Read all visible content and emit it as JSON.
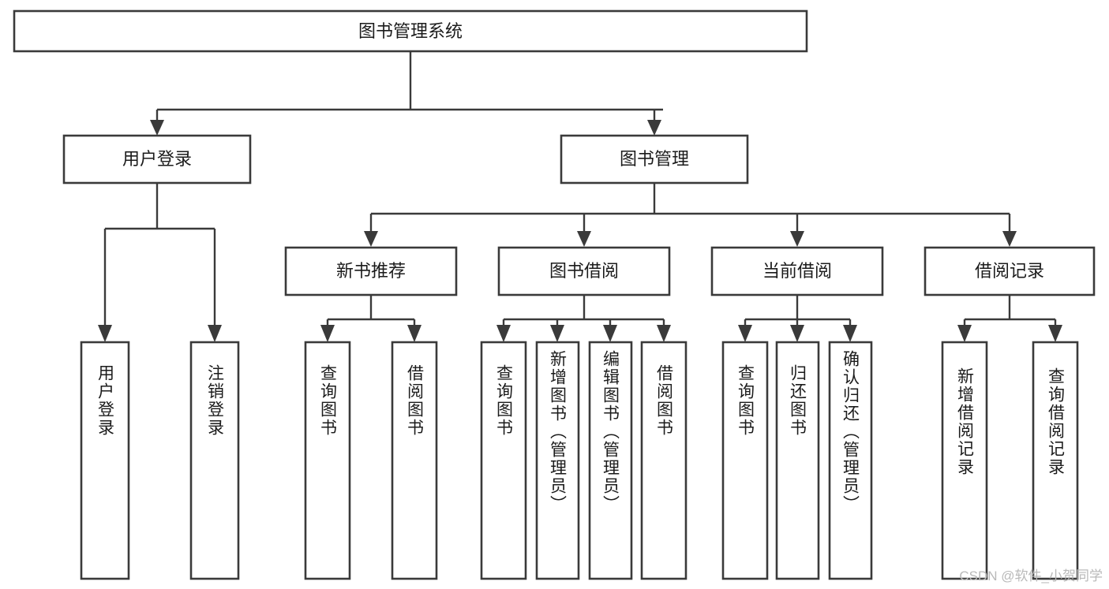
{
  "diagram": {
    "title": "图书管理系统",
    "style": {
      "box_fill": "#ffffff",
      "box_stroke": "#3a3a3a",
      "text_color": "#1b1b1b",
      "background": "#ffffff",
      "watermark_color": "#b9b9b9"
    },
    "root": {
      "id": "root",
      "label": "图书管理系统"
    },
    "level2": [
      {
        "id": "user-login",
        "label": "用户登录"
      },
      {
        "id": "book-management",
        "label": "图书管理"
      }
    ],
    "level3": [
      {
        "id": "new-book-recommend",
        "label": "新书推荐",
        "parent": "book-management"
      },
      {
        "id": "book-borrow",
        "label": "图书借阅",
        "parent": "book-management"
      },
      {
        "id": "current-borrow",
        "label": "当前借阅",
        "parent": "book-management"
      },
      {
        "id": "borrow-record",
        "label": "借阅记录",
        "parent": "book-management"
      }
    ],
    "leaves": {
      "user-login": [
        {
          "id": "leaf-user-login",
          "label": "用户登录"
        },
        {
          "id": "leaf-logout",
          "label": "注销登录"
        }
      ],
      "new-book-recommend": [
        {
          "id": "leaf-query-book-1",
          "label": "查询图书"
        },
        {
          "id": "leaf-borrow-book-1",
          "label": "借阅图书"
        }
      ],
      "book-borrow": [
        {
          "id": "leaf-query-book-2",
          "label": "查询图书"
        },
        {
          "id": "leaf-add-book",
          "label": "新增图书（管理员）"
        },
        {
          "id": "leaf-edit-book",
          "label": "编辑图书（管理员）"
        },
        {
          "id": "leaf-borrow-book-2",
          "label": "借阅图书"
        }
      ],
      "current-borrow": [
        {
          "id": "leaf-query-book-3",
          "label": "查询图书"
        },
        {
          "id": "leaf-return-book",
          "label": "归还图书"
        },
        {
          "id": "leaf-confirm-return",
          "label": "确认归还（管理员）"
        }
      ],
      "borrow-record": [
        {
          "id": "leaf-add-record",
          "label": "新增借阅记录"
        },
        {
          "id": "leaf-query-record",
          "label": "查询借阅记录"
        }
      ]
    }
  },
  "watermark": {
    "text": "CSDN @软件_小贺同学"
  }
}
